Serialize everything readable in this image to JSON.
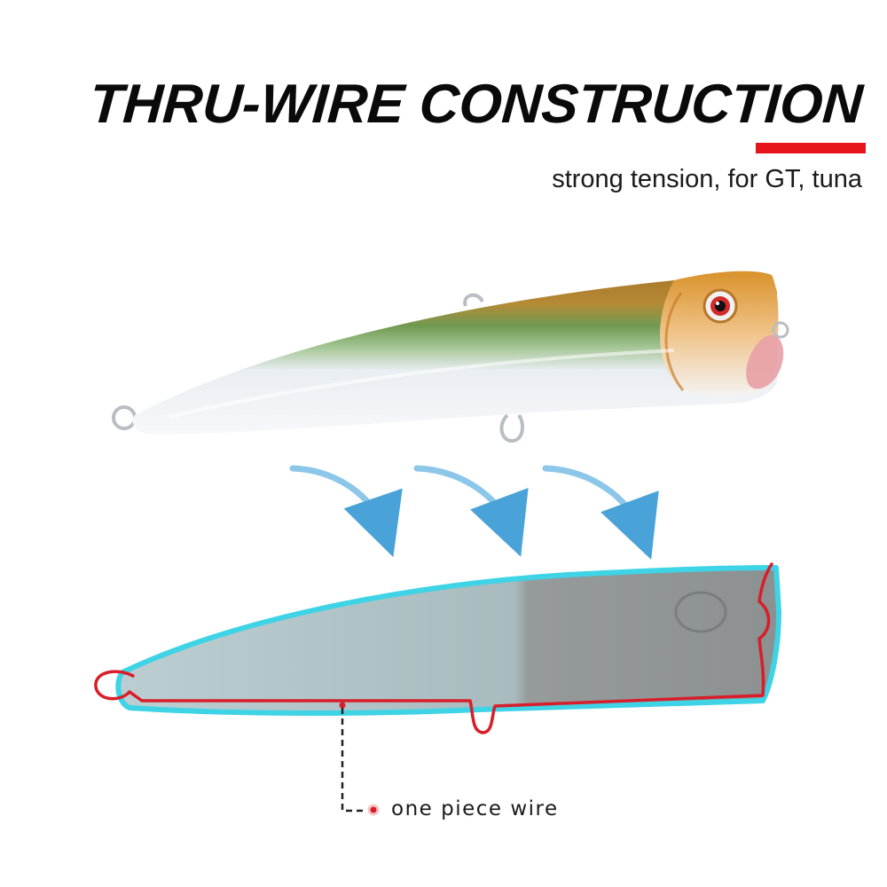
{
  "header": {
    "title": "THRU-WIRE CONSTRUCTION",
    "subtitle": "strong tension, for GT, tuna"
  },
  "callout": {
    "label": "one piece wire"
  },
  "colors": {
    "accent_red": "#e8141b",
    "outline_cyan": "#3fd3e6",
    "wire_red": "#d81e2a",
    "arrow_blue": "#4aa3d8"
  },
  "icons": [
    "fishing-lure-image",
    "curved-arrow-icon",
    "wire-diagram-image"
  ]
}
